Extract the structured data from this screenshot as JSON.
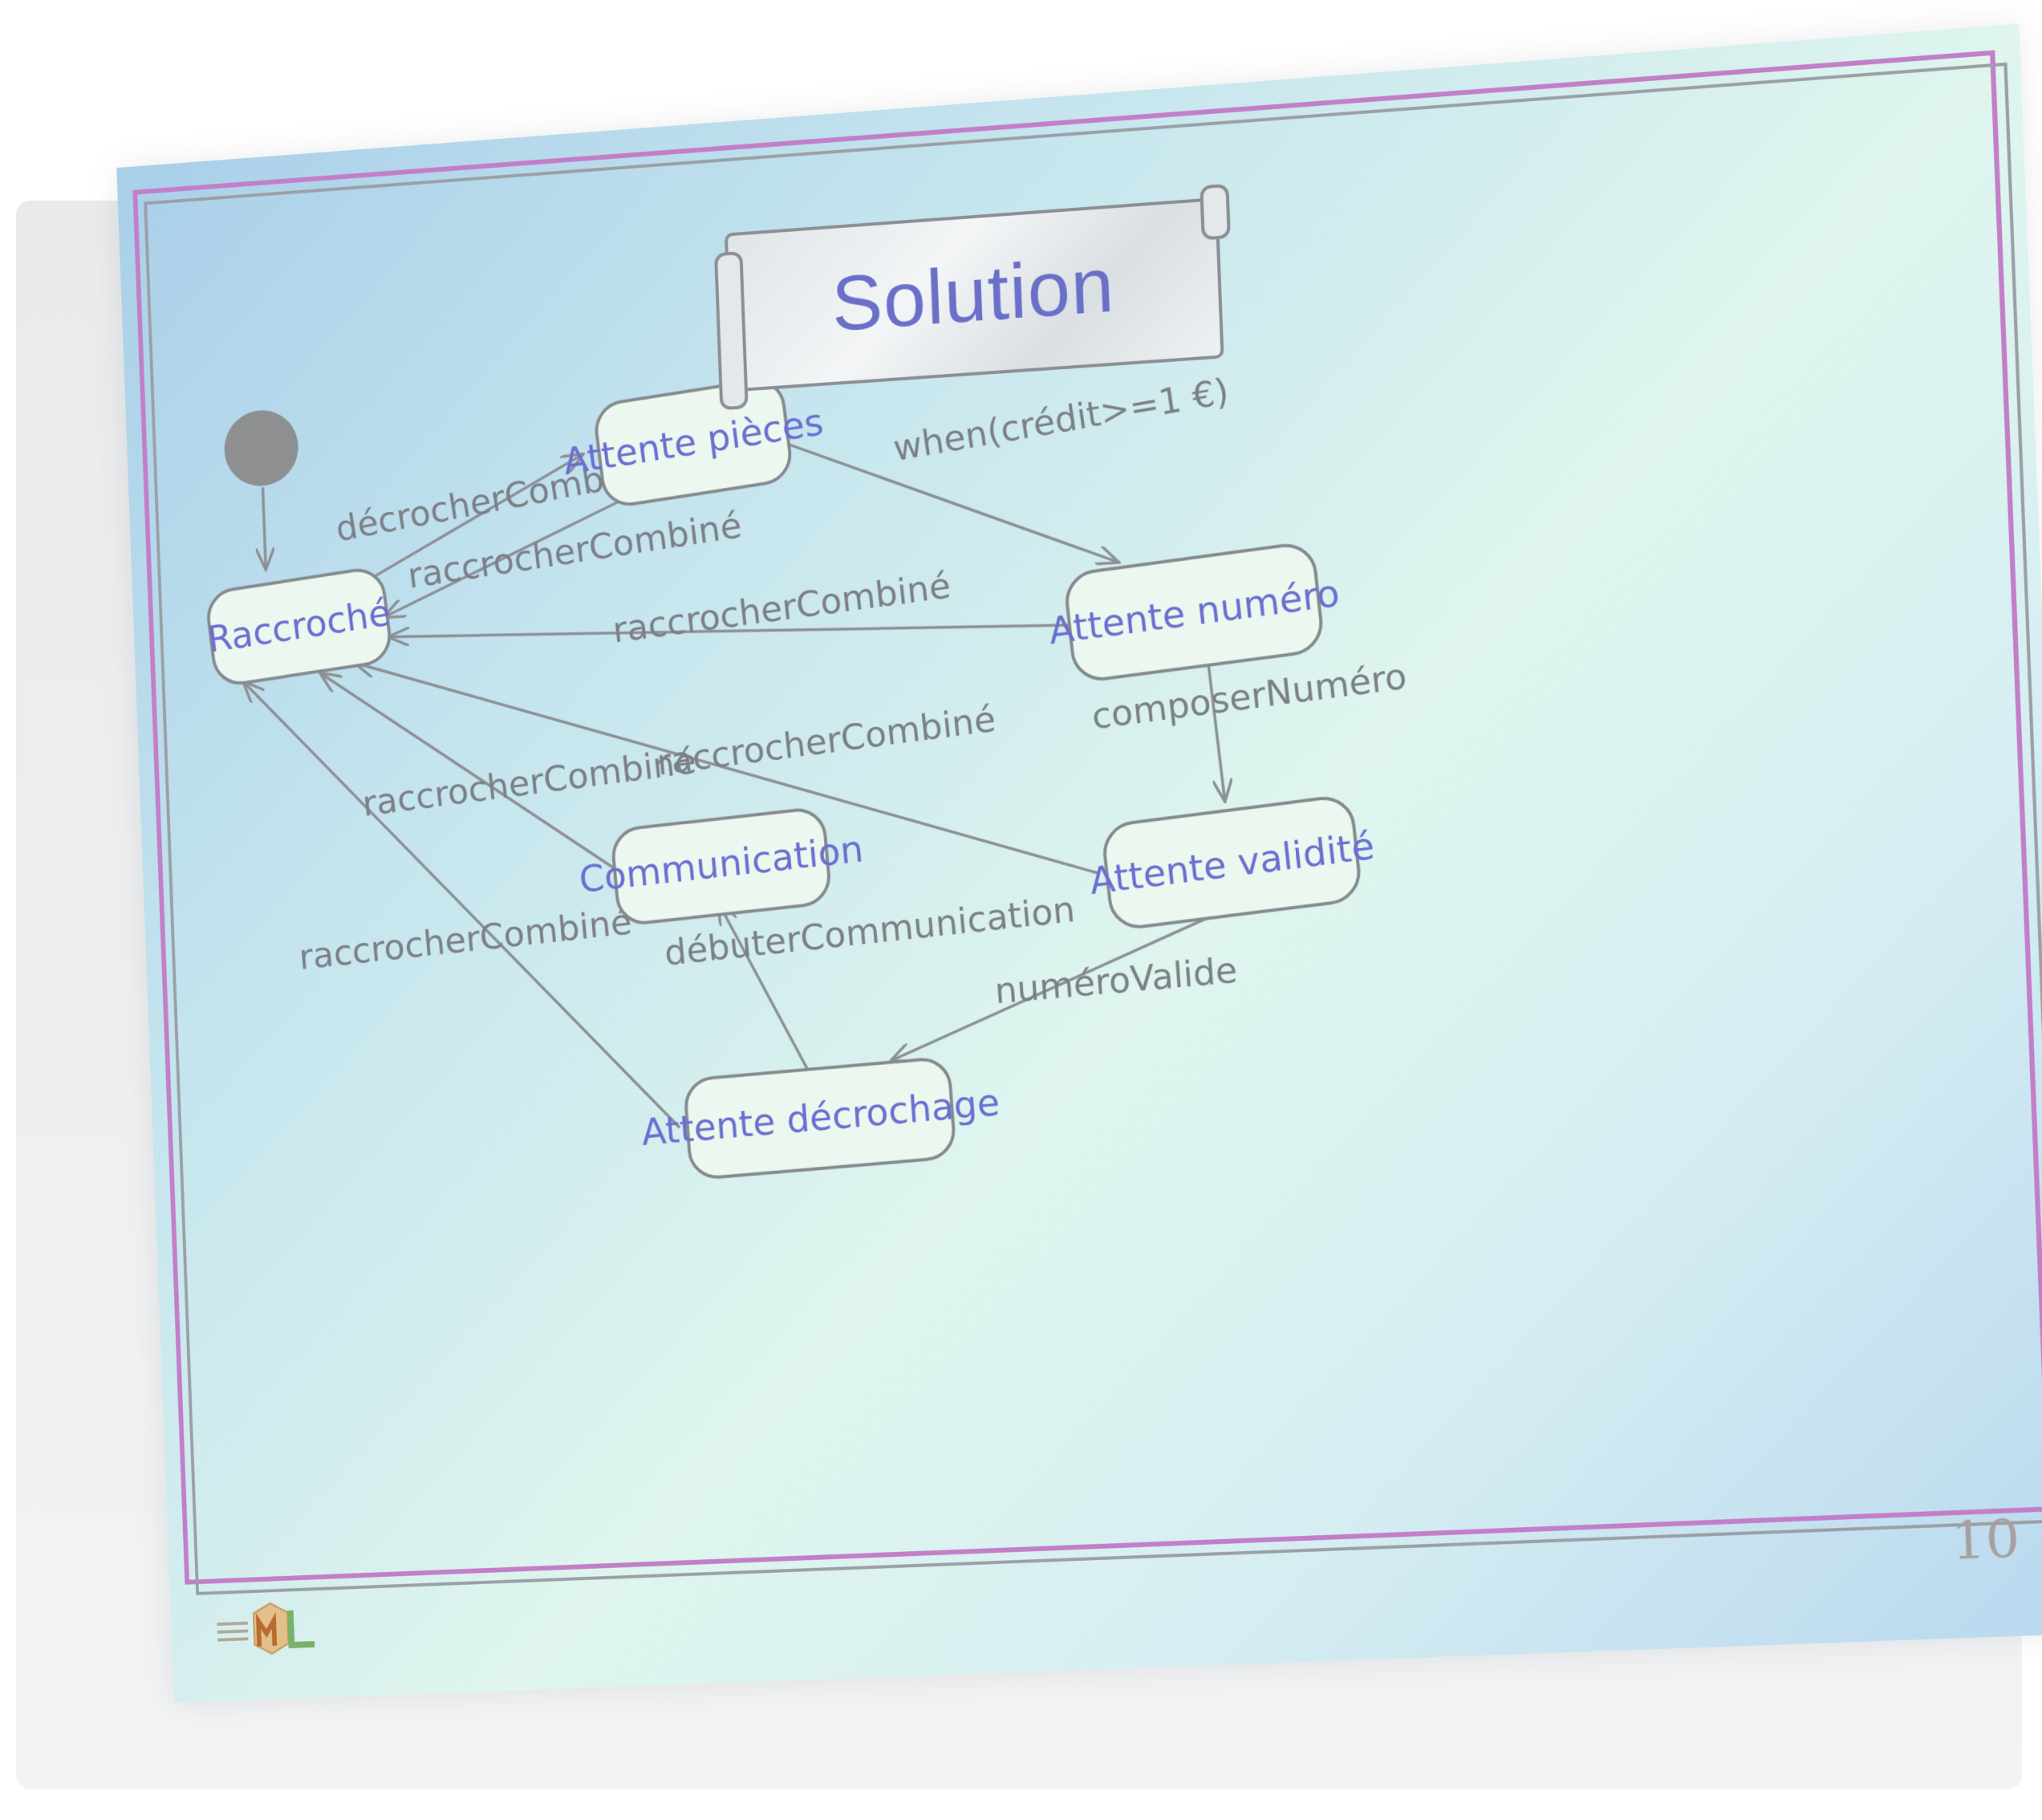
{
  "slide": {
    "title": "Solution",
    "page_number": "10"
  },
  "diagram": {
    "states": [
      {
        "id": "raccroche",
        "label": "Raccroché"
      },
      {
        "id": "attente_pieces",
        "label": "Attente pièces"
      },
      {
        "id": "attente_numero",
        "label": "Attente numéro"
      },
      {
        "id": "attente_validite",
        "label": "Attente validité"
      },
      {
        "id": "communication",
        "label": "Communication"
      },
      {
        "id": "attente_decrochage",
        "label": "Attente décrochage"
      }
    ],
    "transitions": [
      {
        "from": "initial",
        "to": "raccroche",
        "label": ""
      },
      {
        "from": "raccroche",
        "to": "attente_pieces",
        "label": "décrocherCombiné"
      },
      {
        "from": "attente_pieces",
        "to": "raccroche",
        "label": "raccrocherCombiné"
      },
      {
        "from": "attente_pieces",
        "to": "attente_numero",
        "label": "when(crédit>=1 €)"
      },
      {
        "from": "attente_numero",
        "to": "raccroche",
        "label": "raccrocherCombiné"
      },
      {
        "from": "attente_numero",
        "to": "attente_validite",
        "label": "composerNuméro"
      },
      {
        "from": "attente_validite",
        "to": "raccroche",
        "label": "raccrocherCombiné"
      },
      {
        "from": "communication",
        "to": "raccroche",
        "label": "raccrocherCombiné"
      },
      {
        "from": "attente_validite",
        "to": "attente_decrochage",
        "label": "numéroValide"
      },
      {
        "from": "attente_decrochage",
        "to": "communication",
        "label": "débuterCommunication"
      },
      {
        "from": "attente_decrochage",
        "to": "raccroche",
        "label": "raccrocherCombiné"
      }
    ]
  },
  "colors": {
    "state_text": "#6a6fd0",
    "state_fill": "#ecf7ef",
    "edge": "#8c9095",
    "frame_outer": "#c27fc8",
    "title_text": "#6a70c8"
  },
  "logo": {
    "icon": "uml-logo"
  }
}
